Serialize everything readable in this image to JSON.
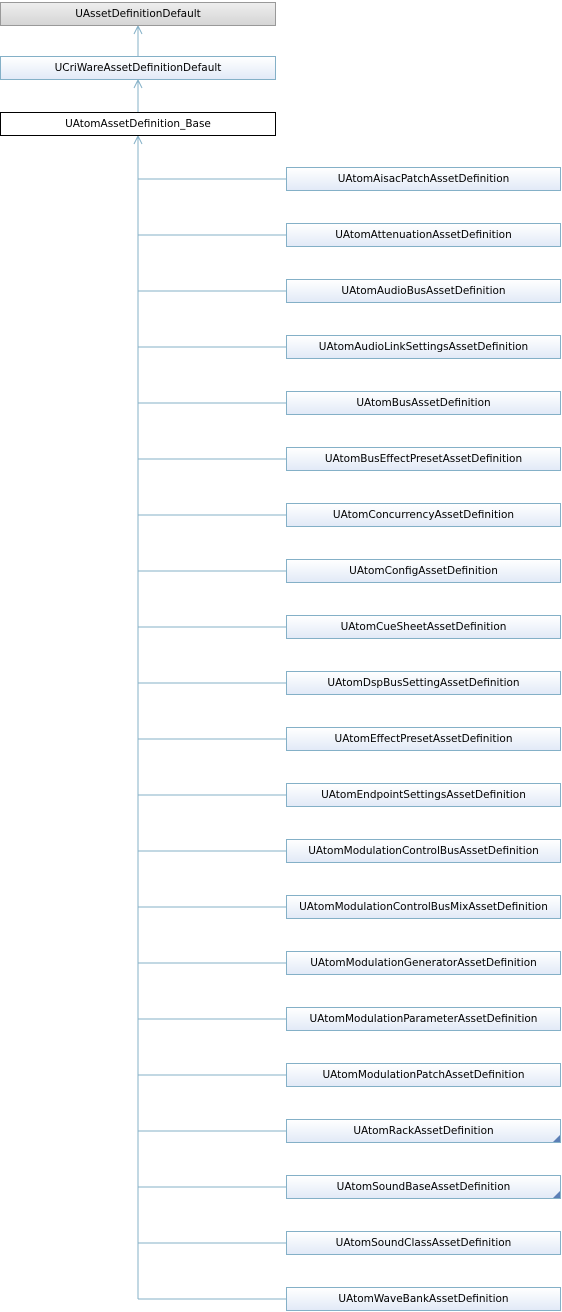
{
  "hierarchy": {
    "root": {
      "label": "UAssetDefinitionDefault"
    },
    "parent": {
      "label": "UCriWareAssetDefinitionDefault"
    },
    "current": {
      "label": "UAtomAssetDefinition_Base"
    },
    "children": [
      {
        "label": "UAtomAisacPatchAssetDefinition",
        "has_more": false
      },
      {
        "label": "UAtomAttenuationAssetDefinition",
        "has_more": false
      },
      {
        "label": "UAtomAudioBusAssetDefinition",
        "has_more": false
      },
      {
        "label": "UAtomAudioLinkSettingsAssetDefinition",
        "has_more": false
      },
      {
        "label": "UAtomBusAssetDefinition",
        "has_more": false
      },
      {
        "label": "UAtomBusEffectPresetAssetDefinition",
        "has_more": false
      },
      {
        "label": "UAtomConcurrencyAssetDefinition",
        "has_more": false
      },
      {
        "label": "UAtomConfigAssetDefinition",
        "has_more": false
      },
      {
        "label": "UAtomCueSheetAssetDefinition",
        "has_more": false
      },
      {
        "label": "UAtomDspBusSettingAssetDefinition",
        "has_more": false
      },
      {
        "label": "UAtomEffectPresetAssetDefinition",
        "has_more": false
      },
      {
        "label": "UAtomEndpointSettingsAssetDefinition",
        "has_more": false
      },
      {
        "label": "UAtomModulationControlBusAssetDefinition",
        "has_more": false
      },
      {
        "label": "UAtomModulationControlBusMixAssetDefinition",
        "has_more": false
      },
      {
        "label": "UAtomModulationGeneratorAssetDefinition",
        "has_more": false
      },
      {
        "label": "UAtomModulationParameterAssetDefinition",
        "has_more": false
      },
      {
        "label": "UAtomModulationPatchAssetDefinition",
        "has_more": false
      },
      {
        "label": "UAtomRackAssetDefinition",
        "has_more": true
      },
      {
        "label": "UAtomSoundBaseAssetDefinition",
        "has_more": true
      },
      {
        "label": "UAtomSoundClassAssetDefinition",
        "has_more": false
      },
      {
        "label": "UAtomWaveBankAssetDefinition",
        "has_more": false
      }
    ]
  },
  "colors": {
    "link": "#84b0c7",
    "node_border": "#84b0c7",
    "root_border": "#999999",
    "current_border": "#000000"
  }
}
